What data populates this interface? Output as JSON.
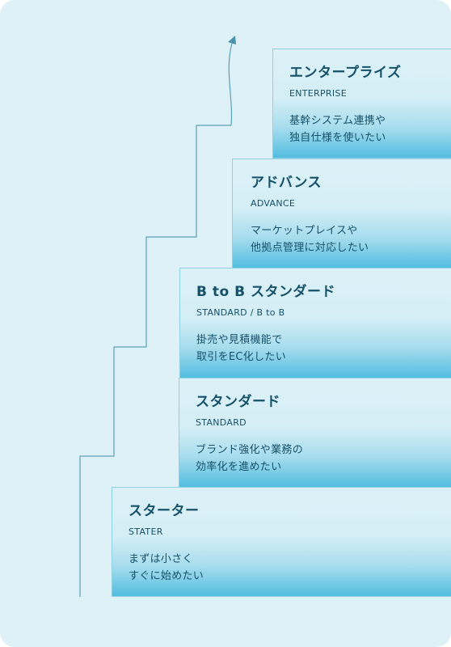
{
  "colors": {
    "background": "#def1f6",
    "line": "#5a9fb8",
    "text": "#16516a",
    "gradient_bottom": "#52bde0"
  },
  "icons": {
    "growth_arrow": "arrow-up-icon"
  },
  "steps": {
    "enterprise": {
      "title": "エンタープライズ",
      "subtitle": "ENTERPRISE",
      "desc_line1": "基幹システム連携や",
      "desc_line2": "独自仕様を使いたい"
    },
    "advance": {
      "title": "アドバンス",
      "subtitle": "ADVANCE",
      "desc_line1": "マーケットプレイスや",
      "desc_line2": "他拠点管理に対応したい"
    },
    "btob": {
      "title": "B to B スタンダード",
      "subtitle": "STANDARD / B to B",
      "desc_line1": "掛売や見積機能で",
      "desc_line2": "取引をEC化したい"
    },
    "standard": {
      "title": "スタンダード",
      "subtitle": "STANDARD",
      "desc_line1": "ブランド強化や業務の",
      "desc_line2": "効率化を進めたい"
    },
    "starter": {
      "title": "スターター",
      "subtitle": "STATER",
      "desc_line1": "まずは小さく",
      "desc_line2": "すぐに始めたい"
    }
  }
}
